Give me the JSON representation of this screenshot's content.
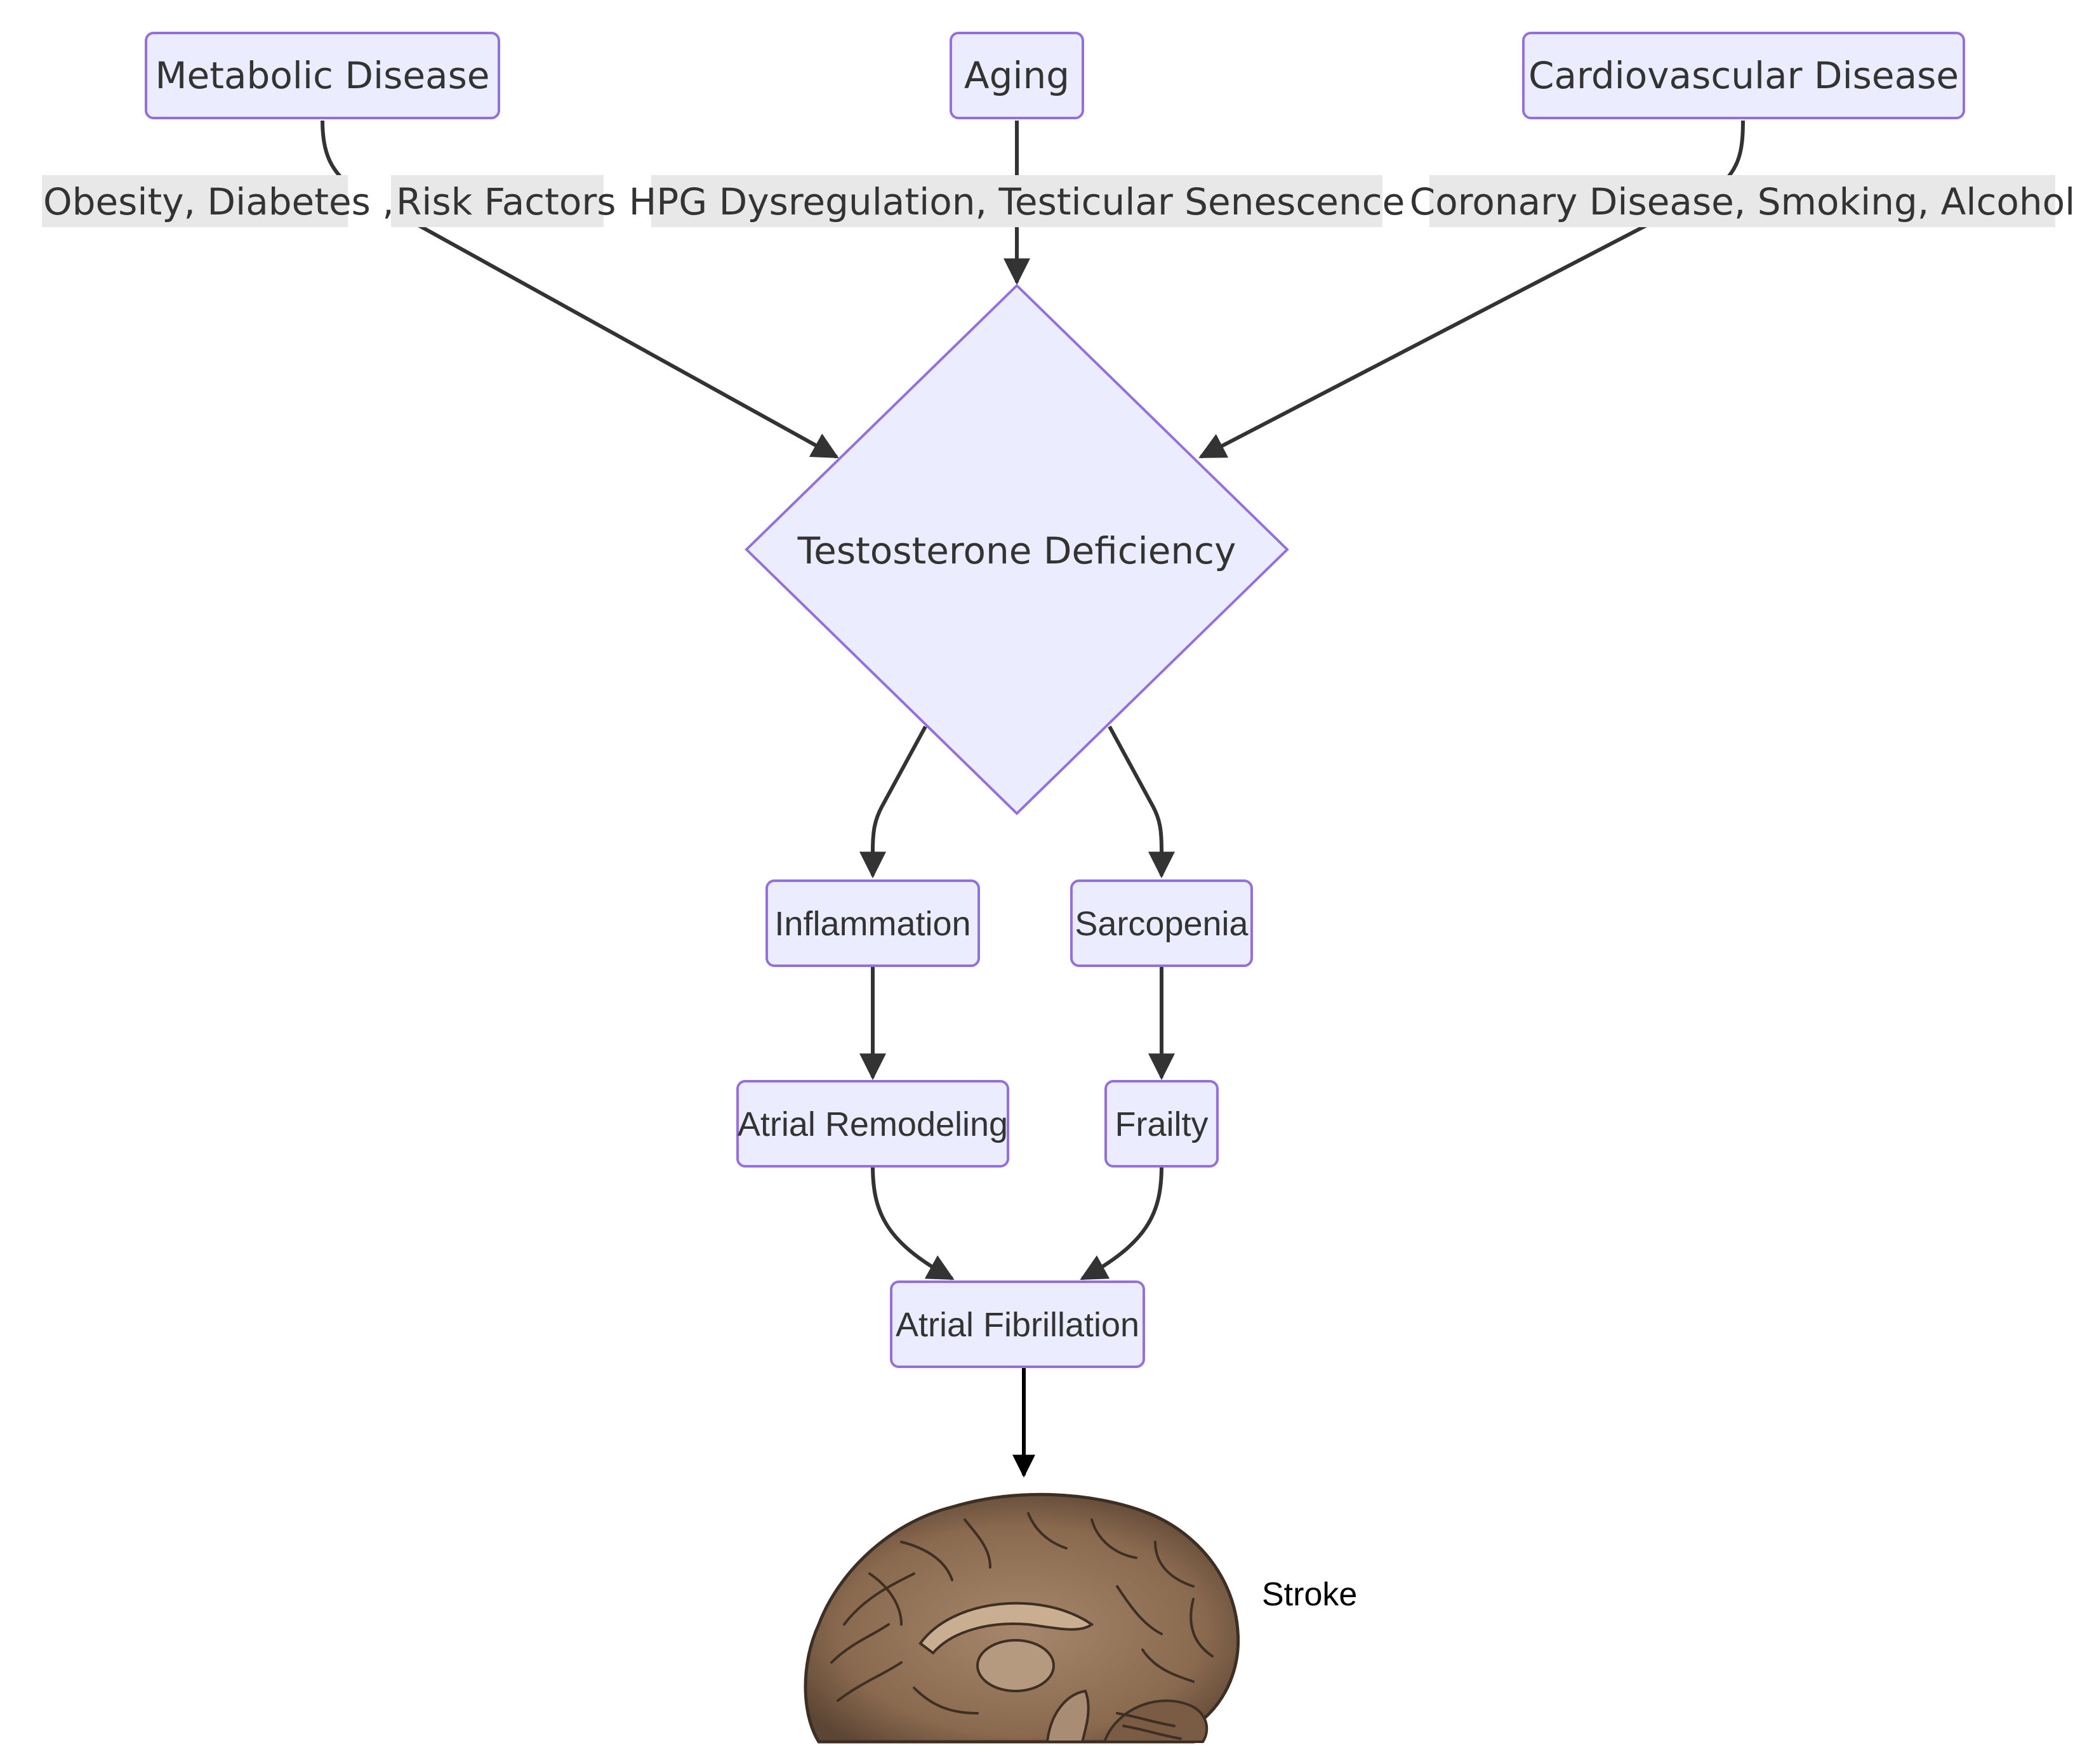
{
  "nodes": {
    "metabolic": "Metabolic Disease",
    "aging": "Aging",
    "cardiovascular": "Cardiovascular Disease",
    "testosterone": "Testosterone Deficiency",
    "inflammation": "Inflammation",
    "sarcopenia": "Sarcopenia",
    "atrial_remodeling": "Atrial Remodeling",
    "frailty": "Frailty",
    "atrial_fibrillation": "Atrial Fibrillation"
  },
  "edge_labels": {
    "metabolic_left": "Obesity, Diabetes ,",
    "metabolic_right": "Risk Factors",
    "aging": "HPG Dysregulation, Testicular Senescence",
    "cardiovascular": "Coronary Disease, Smoking, Alcohol"
  },
  "outcome": {
    "label": "Stroke",
    "icon": "brain-icon"
  },
  "colors": {
    "node_fill": "#ECECFF",
    "node_stroke": "#9370DB",
    "edge": "#333333",
    "edge_label_bg": "#e8e8e8",
    "brain": "#8a6a4f"
  }
}
